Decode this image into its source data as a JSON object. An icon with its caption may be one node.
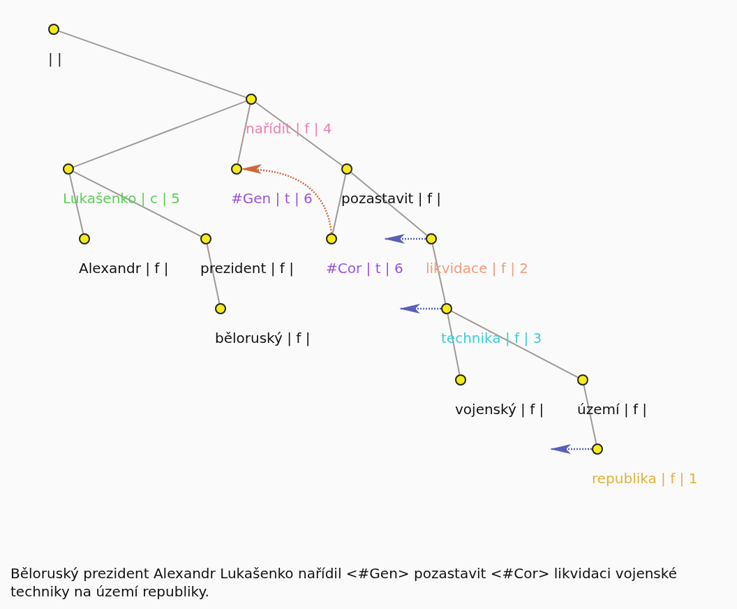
{
  "diagram": {
    "caption": "Běloruský prezident Alexandr Lukašenko nařídil <#Gen> pozastavit <#Cor> likvidaci vojenské techniky na území republiky.",
    "nodes": [
      {
        "text": [],
        "shape": "circle",
        "beside": [
          "| |"
        ]
      },
      {
        "text": [],
        "shape": "circle",
        "beside": [
          "nařídit | f | 4"
        ]
      },
      {
        "text": [],
        "shape": "circle",
        "beside": [
          "Lukašenko | c | 5"
        ]
      },
      {
        "text": [],
        "shape": "circle",
        "beside": [
          "Alexandr | f |"
        ]
      },
      {
        "text": [],
        "shape": "circle",
        "beside": [
          "prezident | f |"
        ]
      },
      {
        "text": [],
        "shape": "circle",
        "beside": [
          "běloruský | f |"
        ]
      },
      {
        "text": [],
        "shape": "circle",
        "beside": [
          "#Gen | t | 6"
        ]
      },
      {
        "text": [],
        "shape": "circle",
        "beside": [
          "pozastavit | f |"
        ]
      },
      {
        "text": [],
        "shape": "circle",
        "beside": [
          "#Cor | t | 6"
        ]
      },
      {
        "text": [],
        "shape": "circle",
        "beside": [
          "likvidace | f | 2"
        ]
      },
      {
        "text": [],
        "shape": "circle",
        "beside": [
          "technika | f | 3"
        ]
      },
      {
        "text": [],
        "shape": "circle",
        "beside": [
          "vojenský | f |"
        ]
      },
      {
        "text": [],
        "shape": "circle",
        "beside": [
          "území | f |"
        ]
      },
      {
        "text": [],
        "shape": "circle",
        "beside": [
          "republika | f | 1"
        ]
      }
    ],
    "edges": [
      {
        "from": 0,
        "to": 1,
        "arrow": "none"
      },
      {
        "from": 1,
        "to": 2,
        "arrow": "none"
      },
      {
        "from": 2,
        "to": 3,
        "arrow": "none"
      },
      {
        "from": 2,
        "to": 4,
        "arrow": "none"
      },
      {
        "from": 4,
        "to": 5,
        "arrow": "none"
      },
      {
        "from": 1,
        "to": 6,
        "arrow": "none"
      },
      {
        "from": 1,
        "to": 7,
        "arrow": "none"
      },
      {
        "from": 7,
        "to": 8,
        "arrow": "none"
      },
      {
        "from": 7,
        "to": 9,
        "arrow": "none"
      },
      {
        "from": 9,
        "to": 10,
        "arrow": "none"
      },
      {
        "from": 10,
        "to": 11,
        "arrow": "none"
      },
      {
        "from": 10,
        "to": 12,
        "arrow": "none"
      },
      {
        "from": 12,
        "to": 13,
        "arrow": "none"
      },
      {
        "from": 8,
        "to": 6,
        "arrow": "to",
        "style": "dashed",
        "color": "#d0683e"
      },
      {
        "from": 9,
        "to": null,
        "arrow": "to",
        "style": "dashed",
        "color": "#5a60b4"
      },
      {
        "from": 10,
        "to": null,
        "arrow": "to",
        "style": "dashed",
        "color": "#5a60b4"
      },
      {
        "from": 13,
        "to": null,
        "arrow": "to",
        "style": "dashed",
        "color": "#5a60b4"
      }
    ]
  }
}
